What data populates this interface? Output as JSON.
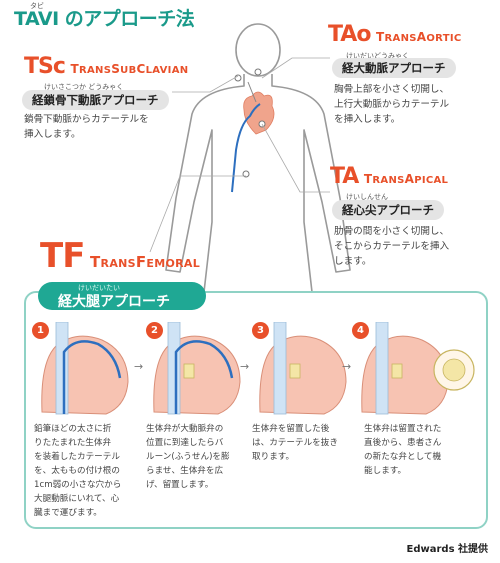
{
  "title": {
    "text": "TAVI のアプローチ法",
    "ruby": "タビ"
  },
  "tsc": {
    "code": "TSc",
    "big_t1": "T",
    "rest_t1": "RANS",
    "big_t2": "S",
    "rest_t2": "UB",
    "big_t3": "C",
    "rest_t3": "LAVIAN",
    "label": "経鎖骨下動脈アプローチ",
    "ruby": "けいさこつか どうみゃく",
    "desc": [
      "鎖骨下動脈からカテーテルを",
      "挿入します。"
    ]
  },
  "tao": {
    "code": "TAo",
    "big_t1": "T",
    "rest_t1": "RANS",
    "big_t2": "A",
    "rest_t2": "ORTIC",
    "label": "経大動脈アプローチ",
    "ruby": "けいだいどうみゃく",
    "desc": [
      "胸骨上部を小さく切開し、",
      "上行大動脈からカテーテル",
      "を挿入します。"
    ]
  },
  "ta": {
    "code": "TA",
    "big_t1": "T",
    "rest_t1": "RANS",
    "big_t2": "A",
    "rest_t2": "PICAL",
    "label": "経心尖アプローチ",
    "ruby": "けいしんせん",
    "desc": [
      "肋骨の間を小さく切開し、",
      "そこからカテーテルを挿入",
      "します。"
    ]
  },
  "tf": {
    "code": "TF",
    "big_t1": "T",
    "rest_t1": "RANS",
    "big_t2": "F",
    "rest_t2": "EMORAL",
    "label": "経大腿アプローチ",
    "ruby": "けいだいたい"
  },
  "steps": [
    {
      "num": "1",
      "desc": [
        "鉛筆ほどの太さに折",
        "りたたまれた生体弁",
        "を装着したカテーテル",
        "を、太ももの付け根の",
        "1cm弱の小さな穴から",
        "大腿動脈にいれて、心",
        "臓まで運びます。"
      ]
    },
    {
      "num": "2",
      "desc": [
        "生体弁が大動脈弁の",
        "位置に到達したらバ",
        "ルーン(ふうせん)を膨",
        "らませ、生体弁を広",
        "げ、留置します。"
      ]
    },
    {
      "num": "3",
      "desc": [
        "生体弁を留置した後",
        "は、カテーテルを抜き",
        "取ります。"
      ]
    },
    {
      "num": "4",
      "desc": [
        "生体弁は留置された",
        "直後から、患者さん",
        "の新たな弁として機",
        "能します。"
      ]
    }
  ],
  "arrow": "→",
  "credit": "Edwards 社提供",
  "colors": {
    "accent": "#1fa894",
    "code": "#e8502a",
    "pill": "#e4e4e4",
    "heart": "#f0a48c",
    "catheter": "#2d6fbf"
  }
}
